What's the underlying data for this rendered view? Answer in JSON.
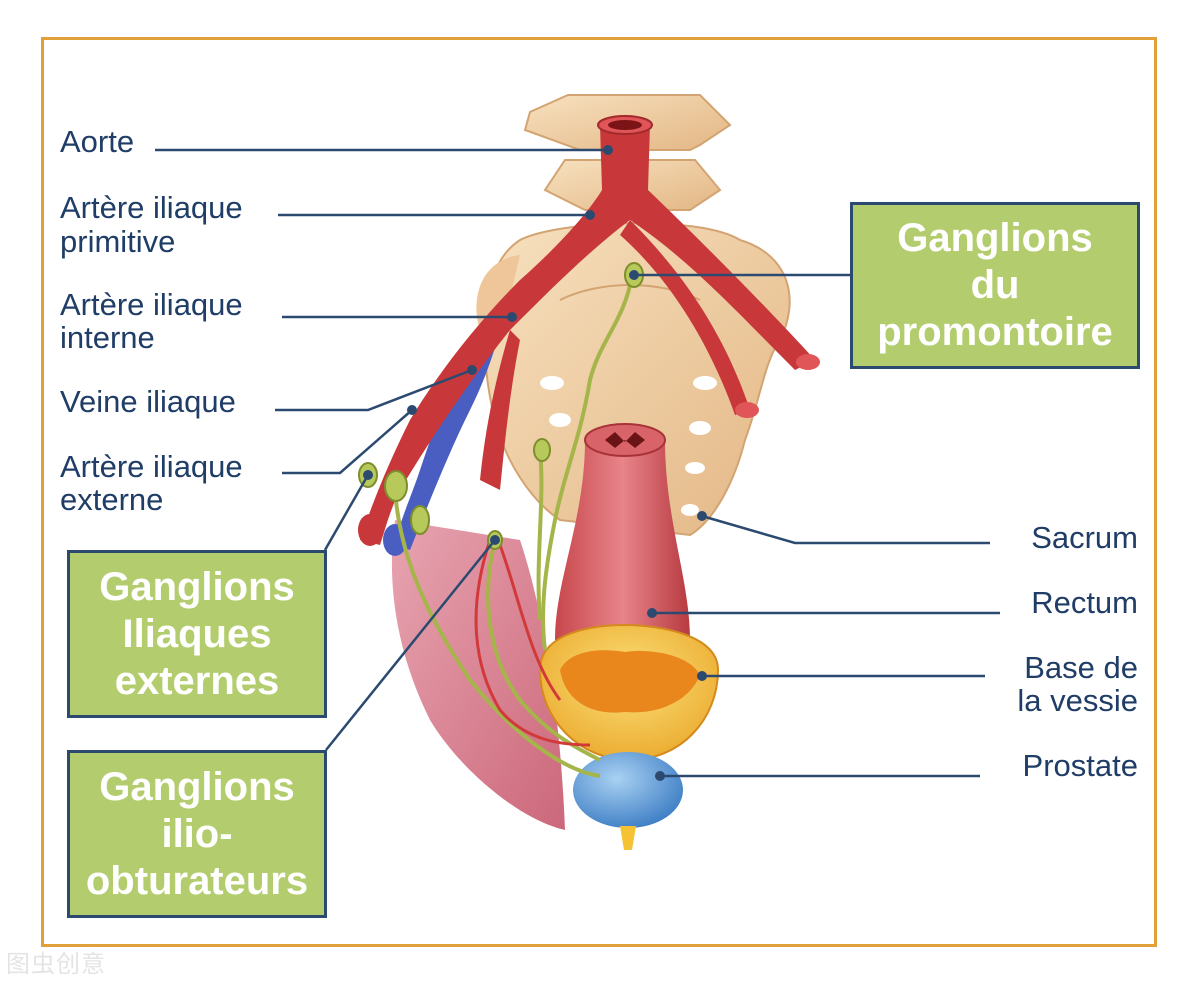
{
  "labels_left": {
    "aorte": "Aorte",
    "artere_primitive_1": "Artère iliaque",
    "artere_primitive_2": "primitive",
    "artere_interne_1": "Artère iliaque",
    "artere_interne_2": "interne",
    "veine_iliaque": "Veine iliaque",
    "artere_externe_1": "Artère iliaque",
    "artere_externe_2": "externe"
  },
  "labels_right": {
    "sacrum": "Sacrum",
    "rectum": "Rectum",
    "base_vessie_1": "Base de",
    "base_vessie_2": "la vessie",
    "prostate": "Prostate"
  },
  "boxes": {
    "promontoire": [
      "Ganglions",
      "du",
      "promontoire"
    ],
    "iliaques_externes": [
      "Ganglions",
      "Iliaques",
      "externes"
    ],
    "ilio_obturateurs": [
      "Ganglions",
      "ilio-",
      "obturateurs"
    ]
  },
  "watermark": "图虫创意",
  "colors": {
    "label_text": "#1f3d66",
    "box_fill": "#b3cd6e",
    "box_border": "#2c4a70",
    "frame": "#e0a13a",
    "artery": "#c8383a",
    "vein": "#4a5ec2",
    "bone": "#f2d3a6",
    "ganglion": "#b7c95a",
    "prostate": "#5e9ad6",
    "bladder": "#f4c233"
  }
}
